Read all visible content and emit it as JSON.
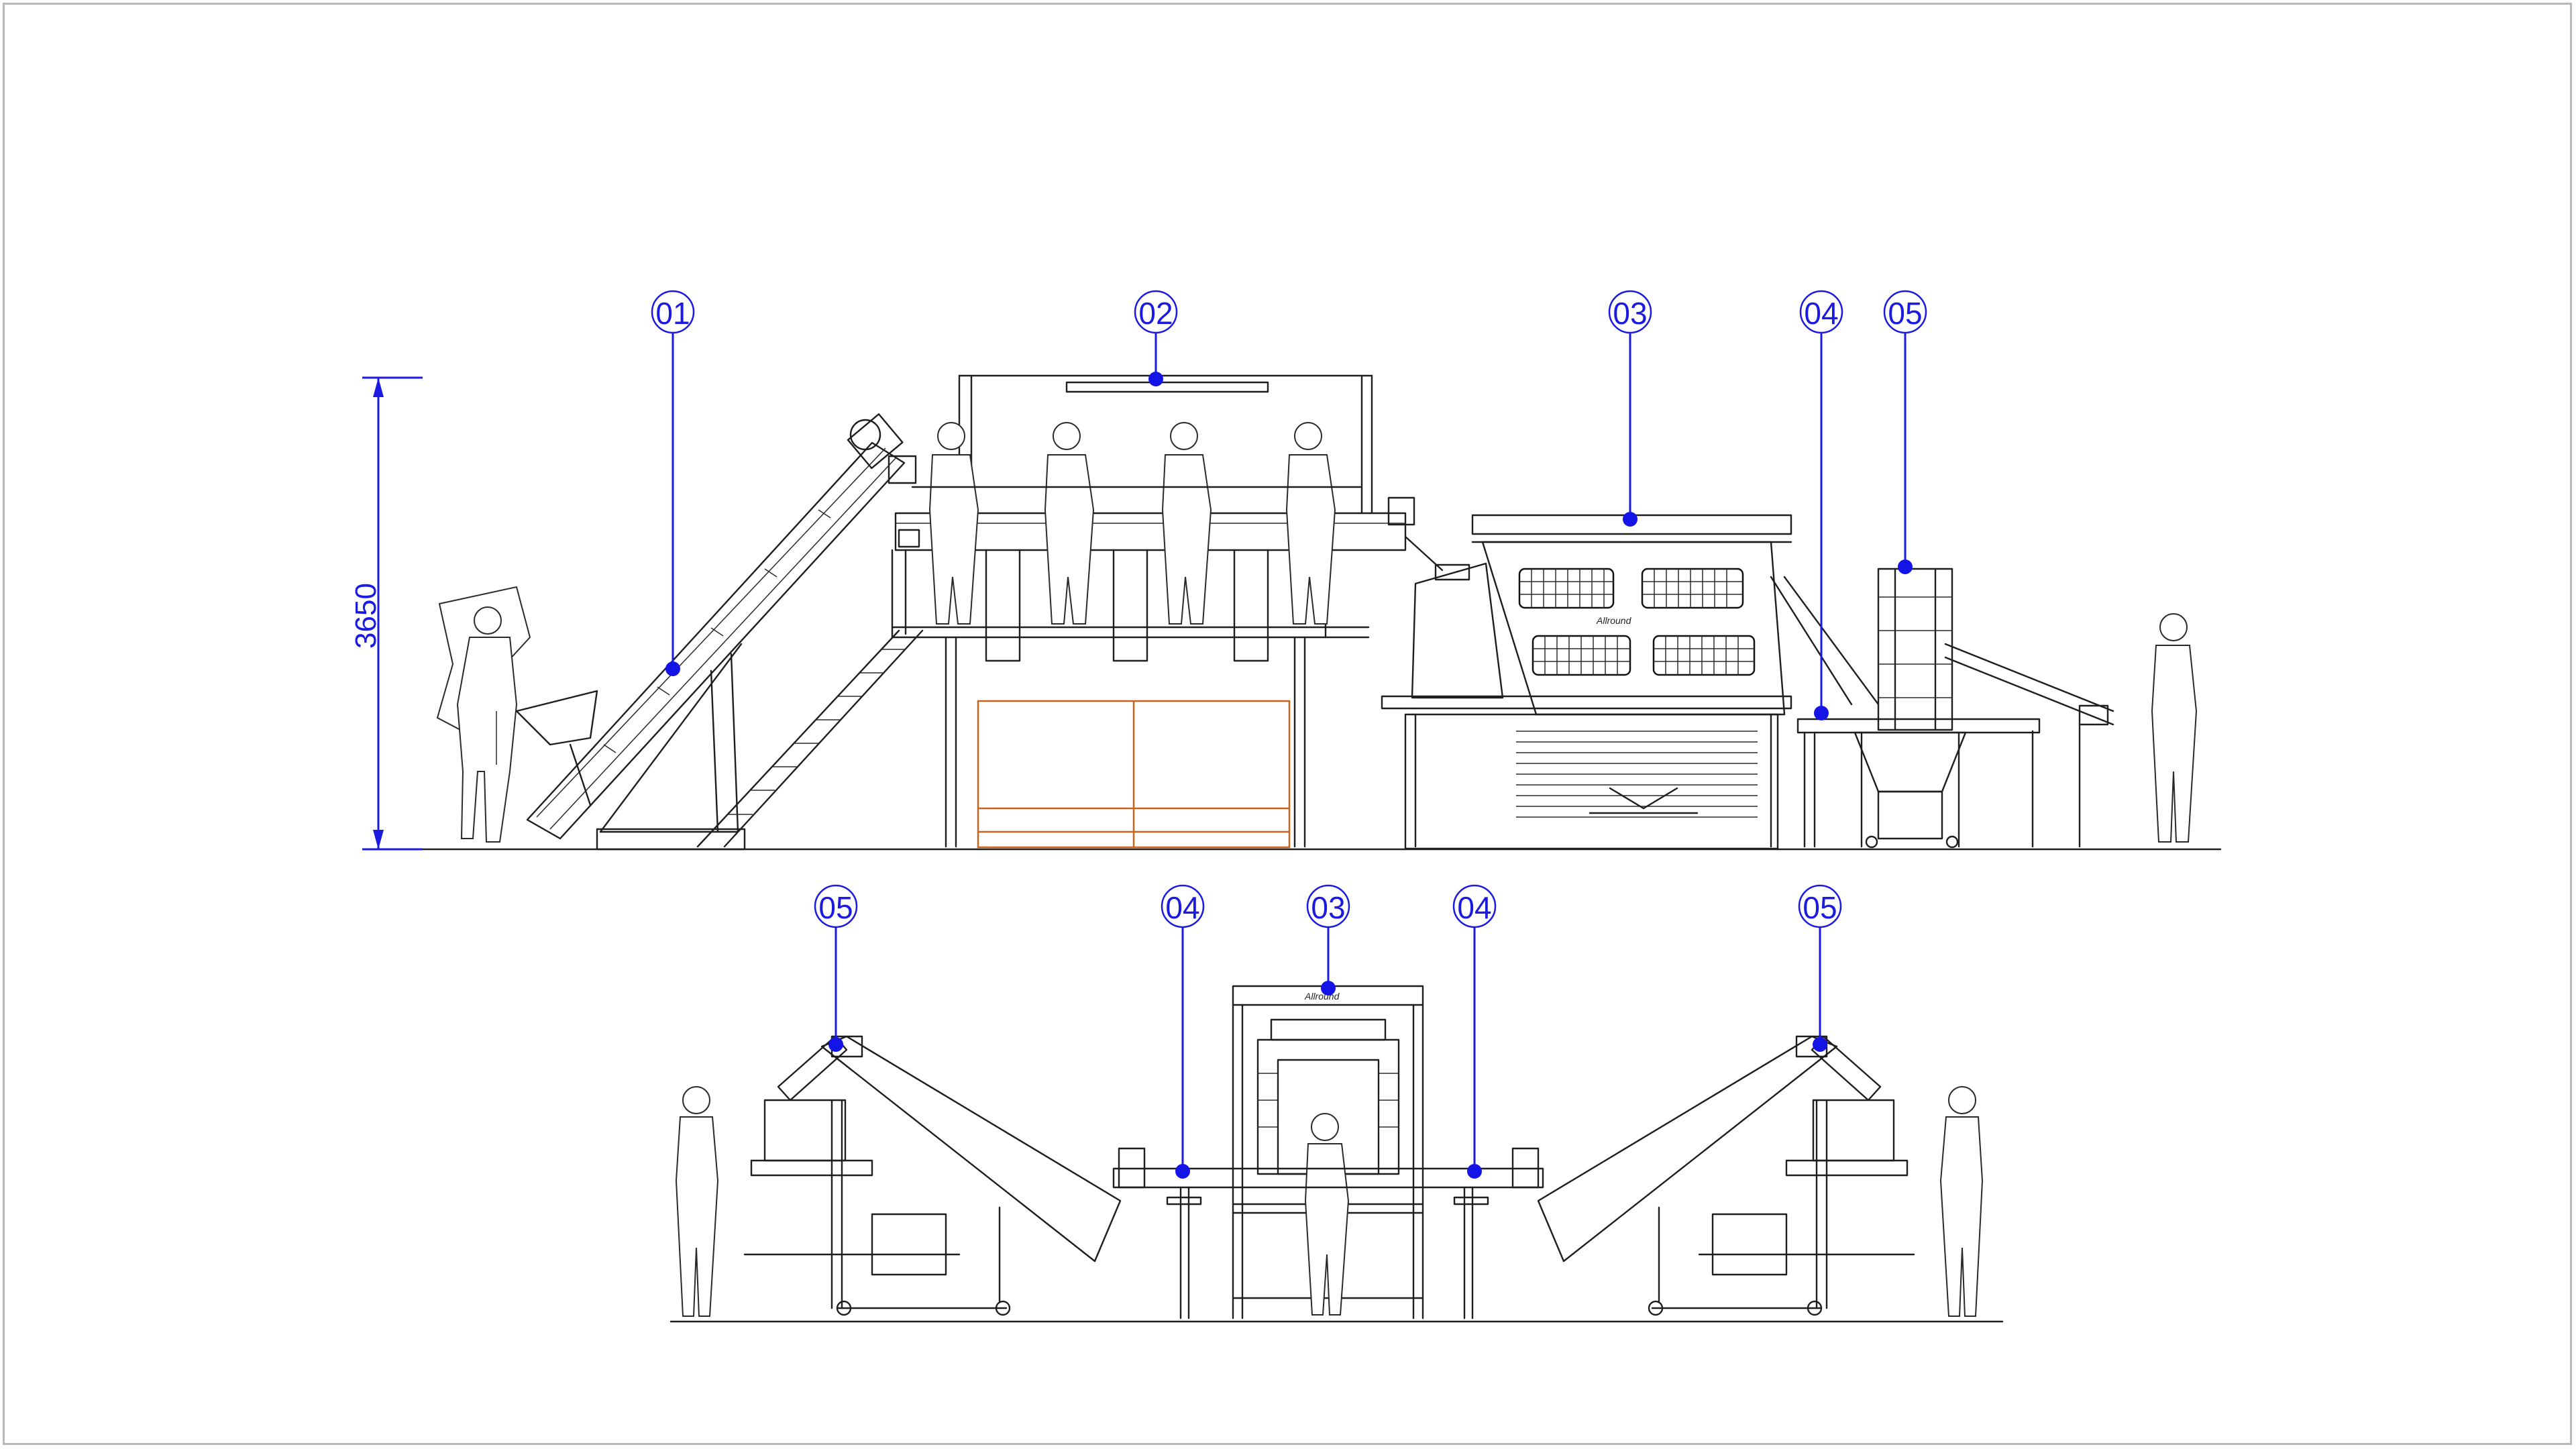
{
  "dimension": {
    "height_label": "3650"
  },
  "callouts": {
    "side_01": "01",
    "side_02": "02",
    "side_03": "03",
    "side_04": "04",
    "side_05": "05",
    "front_05_left": "05",
    "front_04_left": "04",
    "front_03": "03",
    "front_04_right": "04",
    "front_05_right": "05"
  },
  "colors": {
    "callout_blue": "#1a1ae0",
    "drawing_line": "#1e1e1e",
    "frame_border": "#b8b8b8",
    "platform_orange": "#c8641e"
  }
}
